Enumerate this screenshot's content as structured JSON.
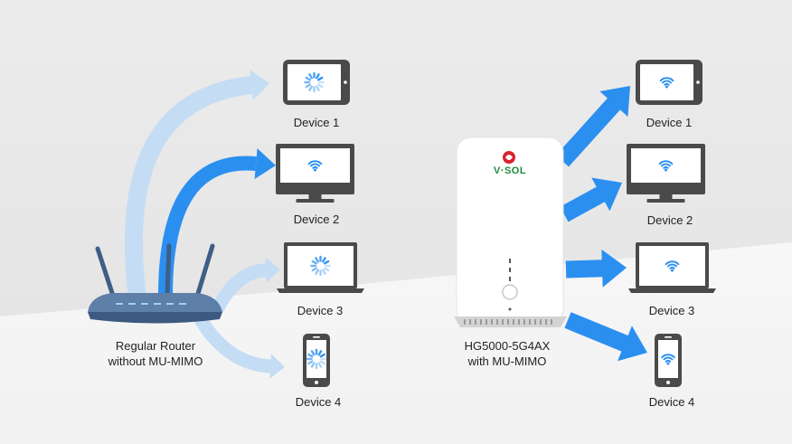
{
  "left": {
    "router_caption_line1": "Regular Router",
    "router_caption_line2": "without MU-MIMO",
    "devices": [
      {
        "label": "Device 1",
        "type": "tablet",
        "status": "loading"
      },
      {
        "label": "Device 2",
        "type": "monitor",
        "status": "connected"
      },
      {
        "label": "Device 3",
        "type": "laptop",
        "status": "loading"
      },
      {
        "label": "Device 4",
        "type": "phone",
        "status": "loading"
      }
    ]
  },
  "right": {
    "brand": "V·SOL",
    "router_caption_line1": "HG5000-5G4AX",
    "router_caption_line2": "with MU-MIMO",
    "devices": [
      {
        "label": "Device 1",
        "type": "tablet",
        "status": "connected"
      },
      {
        "label": "Device 2",
        "type": "monitor",
        "status": "connected"
      },
      {
        "label": "Device 3",
        "type": "laptop",
        "status": "connected"
      },
      {
        "label": "Device 4",
        "type": "phone",
        "status": "connected"
      }
    ]
  },
  "colors": {
    "arrow_active": "#2b8ff0",
    "arrow_faded": "#c5dcf5",
    "wifi": "#2b8ff0",
    "device_body": "#4a4a4a",
    "brand_red": "#d9232e",
    "brand_green": "#1d8a3a"
  },
  "icons": {
    "loading": "loading-spinner-icon",
    "connected": "wifi-icon"
  }
}
